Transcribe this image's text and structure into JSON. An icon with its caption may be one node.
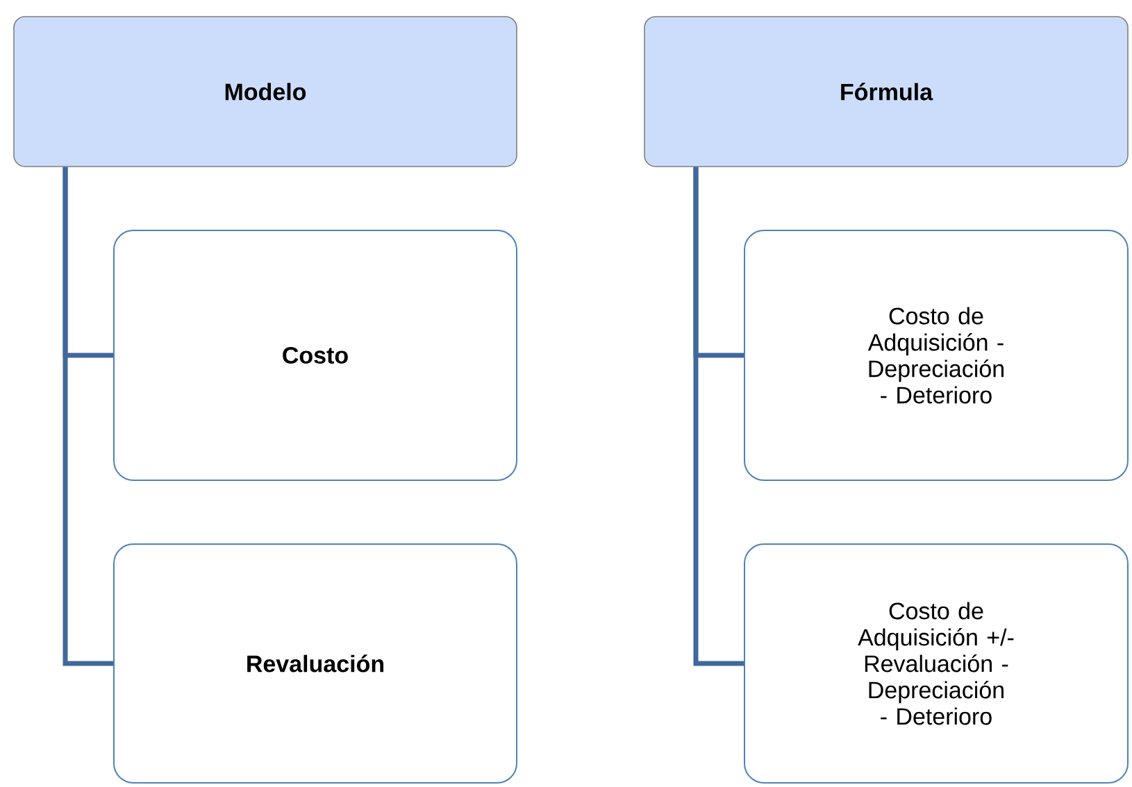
{
  "diagram": {
    "nodes": [
      {
        "text": [
          "Modelo"
        ]
      },
      {
        "text": [
          "Costo"
        ]
      },
      {
        "text": [
          "Revaluación"
        ]
      },
      {
        "text": [
          "Fórmula"
        ]
      },
      {
        "text": [
          "Costo de Adquisición - Depreciación - Deterioro"
        ]
      },
      {
        "text": [
          "Costo de Adquisición +/- Revaluación - Depreciación - Deterioro"
        ]
      }
    ],
    "edges": [
      {
        "from": 0,
        "to": 1,
        "arrow": "none"
      },
      {
        "from": 0,
        "to": 2,
        "arrow": "none"
      },
      {
        "from": 3,
        "to": 4,
        "arrow": "none"
      },
      {
        "from": 3,
        "to": 5,
        "arrow": "none"
      }
    ]
  }
}
